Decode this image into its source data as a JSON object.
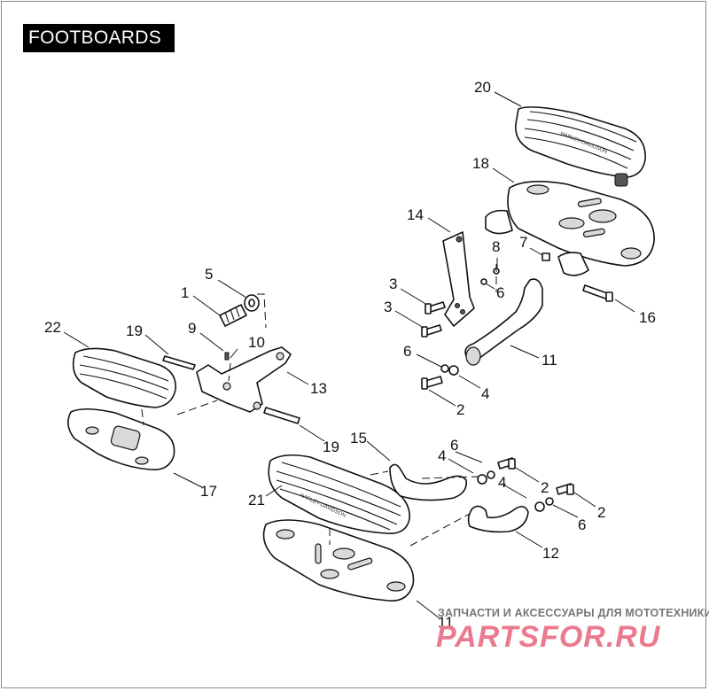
{
  "title": "FOOTBOARDS",
  "callouts": [
    {
      "id": "c1",
      "label": "1"
    },
    {
      "id": "c2a",
      "label": "2"
    },
    {
      "id": "c2b",
      "label": "2"
    },
    {
      "id": "c2c",
      "label": "2"
    },
    {
      "id": "c3a",
      "label": "3"
    },
    {
      "id": "c3b",
      "label": "3"
    },
    {
      "id": "c4a",
      "label": "4"
    },
    {
      "id": "c4b",
      "label": "4"
    },
    {
      "id": "c4c",
      "label": "4"
    },
    {
      "id": "c5",
      "label": "5"
    },
    {
      "id": "c6a",
      "label": "6"
    },
    {
      "id": "c6b",
      "label": "6"
    },
    {
      "id": "c6c",
      "label": "6"
    },
    {
      "id": "c6d",
      "label": "6"
    },
    {
      "id": "c7",
      "label": "7"
    },
    {
      "id": "c8",
      "label": "8"
    },
    {
      "id": "c9",
      "label": "9"
    },
    {
      "id": "c10",
      "label": "10"
    },
    {
      "id": "c11a",
      "label": "11"
    },
    {
      "id": "c11b",
      "label": "11"
    },
    {
      "id": "c12",
      "label": "12"
    },
    {
      "id": "c13",
      "label": "13"
    },
    {
      "id": "c14",
      "label": "14"
    },
    {
      "id": "c15",
      "label": "15"
    },
    {
      "id": "c16",
      "label": "16"
    },
    {
      "id": "c17",
      "label": "17"
    },
    {
      "id": "c18",
      "label": "18"
    },
    {
      "id": "c19a",
      "label": "19"
    },
    {
      "id": "c19b",
      "label": "19"
    },
    {
      "id": "c20",
      "label": "20"
    },
    {
      "id": "c21",
      "label": "21"
    },
    {
      "id": "c22",
      "label": "22"
    }
  ],
  "embossed_text": "HARLEY-DAVIDSON",
  "watermark": {
    "line1": "ЗАПЧАСТИ И АКСЕССУАРЫ ДЛЯ МОТОТЕХНИКИ",
    "line2": "PARTSFOR.RU"
  }
}
